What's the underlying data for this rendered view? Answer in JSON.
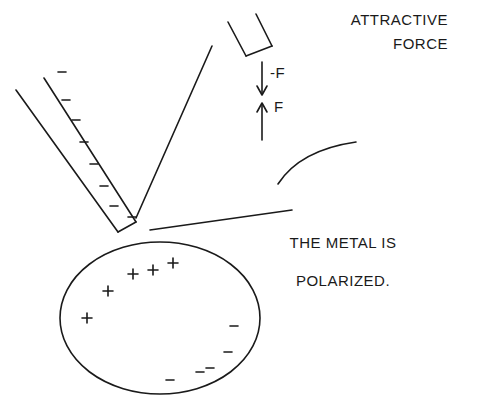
{
  "diagram": {
    "labels": [
      "ATTRACTIVE FORCE",
      "-F",
      "F",
      "THE METAL IS POLARIZED."
    ]
  }
}
